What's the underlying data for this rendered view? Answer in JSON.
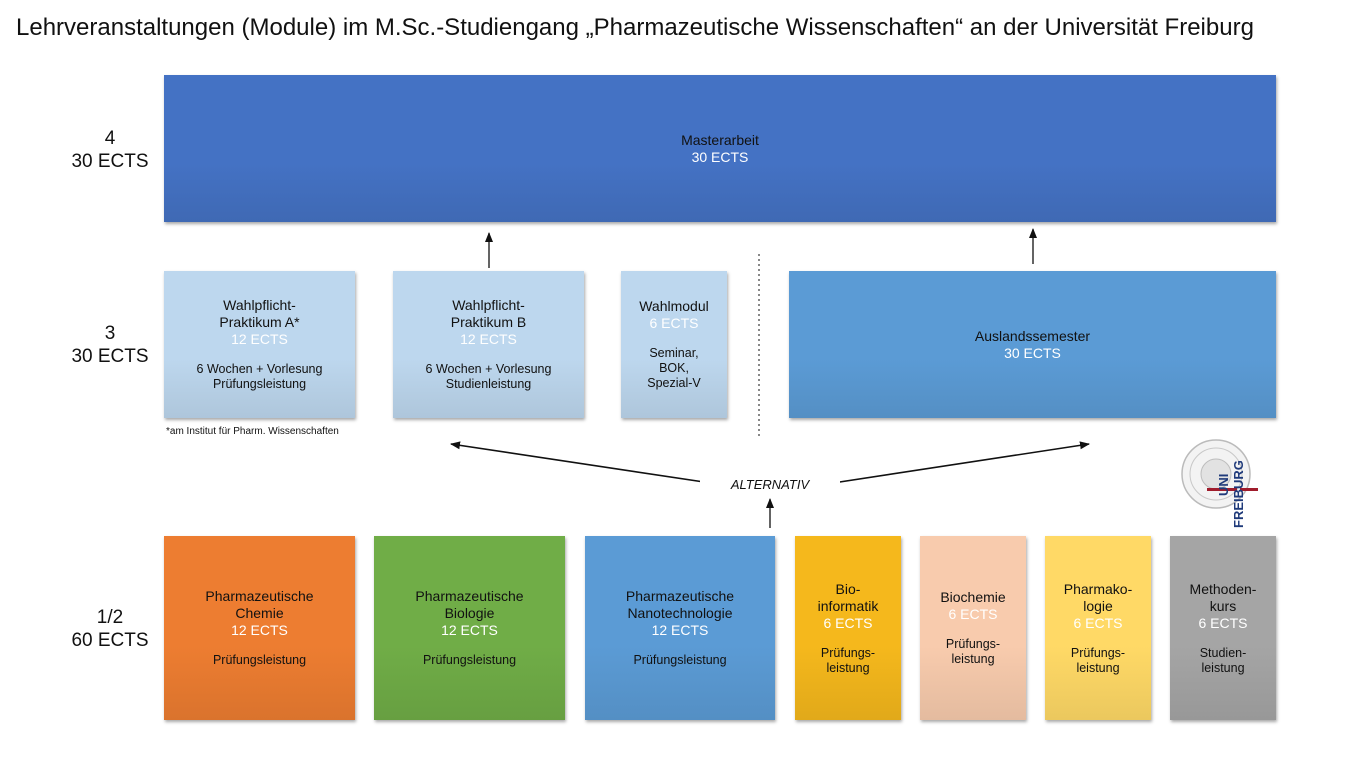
{
  "title": "Lehrveranstaltungen (Module) im M.Sc.-Studiengang „Pharmazeutische Wissenschaften“ an der Universität Freiburg",
  "semesters": [
    {
      "label": "4",
      "ects": "30 ECTS"
    },
    {
      "label": "3",
      "ects": "30 ECTS"
    },
    {
      "label": "1/2",
      "ects": "60 ECTS"
    }
  ],
  "modules": {
    "masterarbeit": {
      "name": "Masterarbeit",
      "ects": "30 ECTS",
      "color": "#4472c4"
    },
    "wp_a": {
      "name": "Wahlpflicht-\nPraktikum A*",
      "ects": "12 ECTS",
      "note": "6 Wochen + Vorlesung\nPrüfungsleistung",
      "color": "#bdd7ee"
    },
    "wp_b": {
      "name": "Wahlpflicht-\nPraktikum B",
      "ects": "12 ECTS",
      "note": "6 Wochen + Vorlesung\nStudienleistung",
      "color": "#bdd7ee"
    },
    "wahlmodul": {
      "name": "Wahlmodul",
      "ects": "6 ECTS",
      "note": "Seminar,\nBOK,\nSpezial-V",
      "color": "#bdd7ee"
    },
    "ausland": {
      "name": "Auslandssemester",
      "ects": "30 ECTS",
      "color": "#5b9bd5"
    },
    "chemie": {
      "name": "Pharmazeutische\nChemie",
      "ects": "12 ECTS",
      "note": "Prüfungsleistung",
      "color": "#ed7d31"
    },
    "biologie": {
      "name": "Pharmazeutische\nBiologie",
      "ects": "12 ECTS",
      "note": "Prüfungsleistung",
      "color": "#70ad47"
    },
    "nano": {
      "name": "Pharmazeutische\nNanotechnologie",
      "ects": "12 ECTS",
      "note": "Prüfungsleistung",
      "color": "#5b9bd5"
    },
    "bioinfo": {
      "name": "Bio-\ninformatik",
      "ects": "6 ECTS",
      "note": "Prüfungs-\nleistung",
      "color": "#f5b81c"
    },
    "biochemie": {
      "name": "Biochemie",
      "ects": "6 ECTS",
      "note": "Prüfungs-\nleistung",
      "color": "#f8cbad"
    },
    "pharmakologie": {
      "name": "Pharmako-\nlogie",
      "ects": "6 ECTS",
      "note": "Prüfungs-\nleistung",
      "color": "#ffd966"
    },
    "methoden": {
      "name": "Methoden-\nkurs",
      "ects": "6 ECTS",
      "note": "Studien-\nleistung",
      "color": "#a5a5a5"
    }
  },
  "footnote": "*am Institut für Pharm. Wissenschaften",
  "alternativ_label": "ALTERNATIV",
  "logo": {
    "text_line1": "UNI",
    "text_line2": "FREIBURG",
    "color": "#1f3a7a",
    "accent": "#a01c2c"
  }
}
